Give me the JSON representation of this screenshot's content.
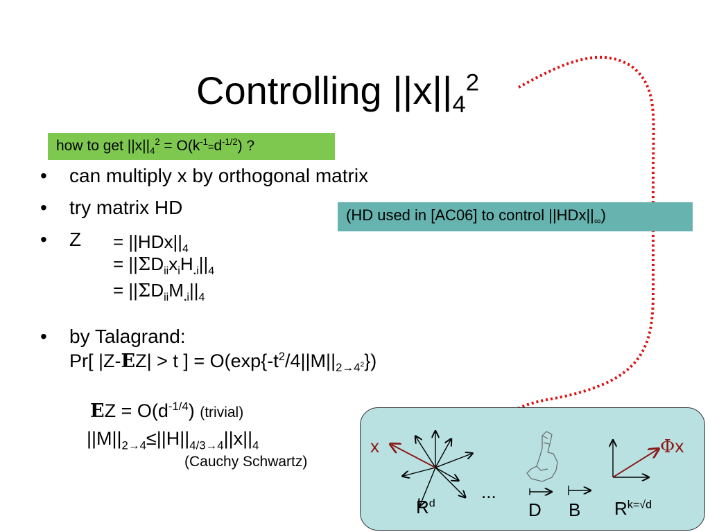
{
  "title": {
    "text": "Controlling ||x||",
    "sub": "4",
    "sup": "2"
  },
  "question": {
    "prefix": "how to get ||x||",
    "sub": "4",
    "sup": "2",
    "mid": " = O(k",
    "exp1": "-1",
    "eq": "=",
    "d": "d",
    "exp2": "-1/2",
    "suffix": ") ?"
  },
  "bullets": {
    "dot": "•",
    "b1": "can multiply x by orthogonal matrix",
    "b2": "try matrix HD",
    "b3": {
      "z": "Z",
      "l1": {
        "a": "= ||HDx||",
        "s": "4"
      },
      "l2": {
        "a": "= ||",
        "sigma": "Σ",
        "d": "D",
        "ii": "ii",
        "x": "x",
        "i1": "i",
        "h": "H",
        "dot": ".",
        "i2": "i",
        "b": "||",
        "s": "4"
      },
      "l3": {
        "a": "= ||",
        "sigma": "Σ",
        "d": "D",
        "ii": "ii",
        "m": "M",
        "dot": ".",
        "i": "i",
        "b": "||",
        "s": "4"
      }
    },
    "b4": {
      "head": "by Talagrand:",
      "p1": "Pr[ |Z-",
      "E": "E",
      "p2": "Z| > t ] = O(exp{-t",
      "sup2": "2",
      "p3": "/4||M||",
      "sub1": "2→4",
      "sup3": "2",
      "p4": "})"
    }
  },
  "trivial": {
    "E": "E",
    "p1": "Z = O(d",
    "sup": "-1/4",
    "p2": ") ",
    "note": "(trivial)"
  },
  "cauchy": {
    "p1": "||M||",
    "sub1": "2→4",
    "le": "≤",
    "p2": "||H||",
    "sub2": "4/3→4",
    "p3": "||x||",
    "sub3": "4",
    "note": "(Cauchy Schwartz)"
  },
  "callout": {
    "prefix": "(HD used in [AC06] to control ||HDx||",
    "sub": "∞",
    "suffix": ")"
  },
  "diagram": {
    "x_label": "x",
    "rd": "R",
    "rd_sup": "d",
    "ellipsis": "...",
    "d_label": "D",
    "b_label": "B",
    "phi": "Φ",
    "phix": "x",
    "rk": "R",
    "rk_sup": "k=√d",
    "colors": {
      "panel": "#b9e1e1",
      "arrow": "#8b1a1a",
      "dotted": "#dd1111"
    }
  }
}
